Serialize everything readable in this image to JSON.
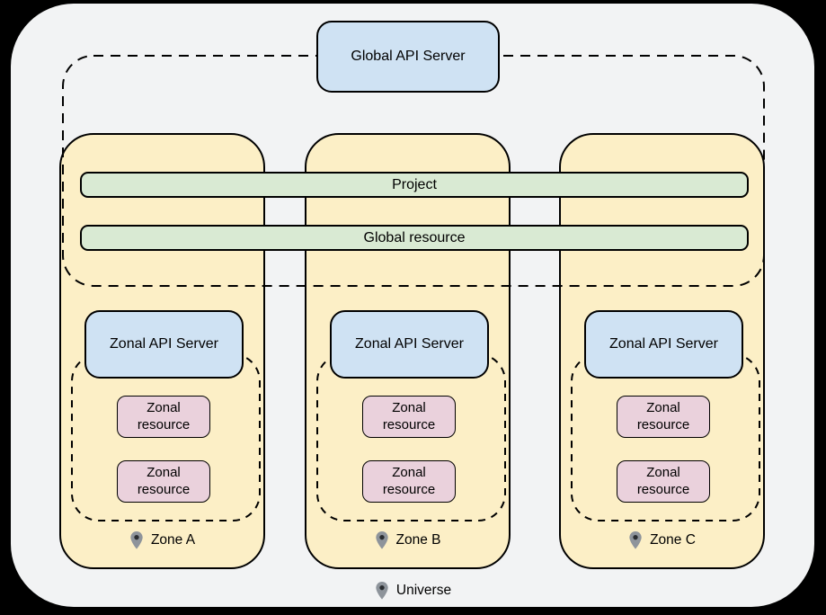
{
  "colors": {
    "page_background": "#000000",
    "surface": "#f2f3f4",
    "zone_fill": "#fcefc6",
    "bar_fill": "#d9ead3",
    "api_server_fill": "#cfe2f3",
    "resource_fill": "#ead1dc",
    "border": "#000000",
    "text": "#000000",
    "pin_gray": "#8e949b",
    "pin_dot": "#2a2d31"
  },
  "global_api_server": {
    "label": "Global API Server"
  },
  "shared_bars": {
    "project": "Project",
    "global_resource": "Global resource"
  },
  "zones": [
    {
      "name": "Zone A",
      "api_server_label": "Zonal API Server",
      "resources": [
        "Zonal\nresource",
        "Zonal\nresource"
      ]
    },
    {
      "name": "Zone B",
      "api_server_label": "Zonal API Server",
      "resources": [
        "Zonal\nresource",
        "Zonal\nresource"
      ]
    },
    {
      "name": "Zone C",
      "api_server_label": "Zonal API Server",
      "resources": [
        "Zonal\nresource",
        "Zonal\nresource"
      ]
    }
  ],
  "universe": {
    "label": "Universe"
  }
}
